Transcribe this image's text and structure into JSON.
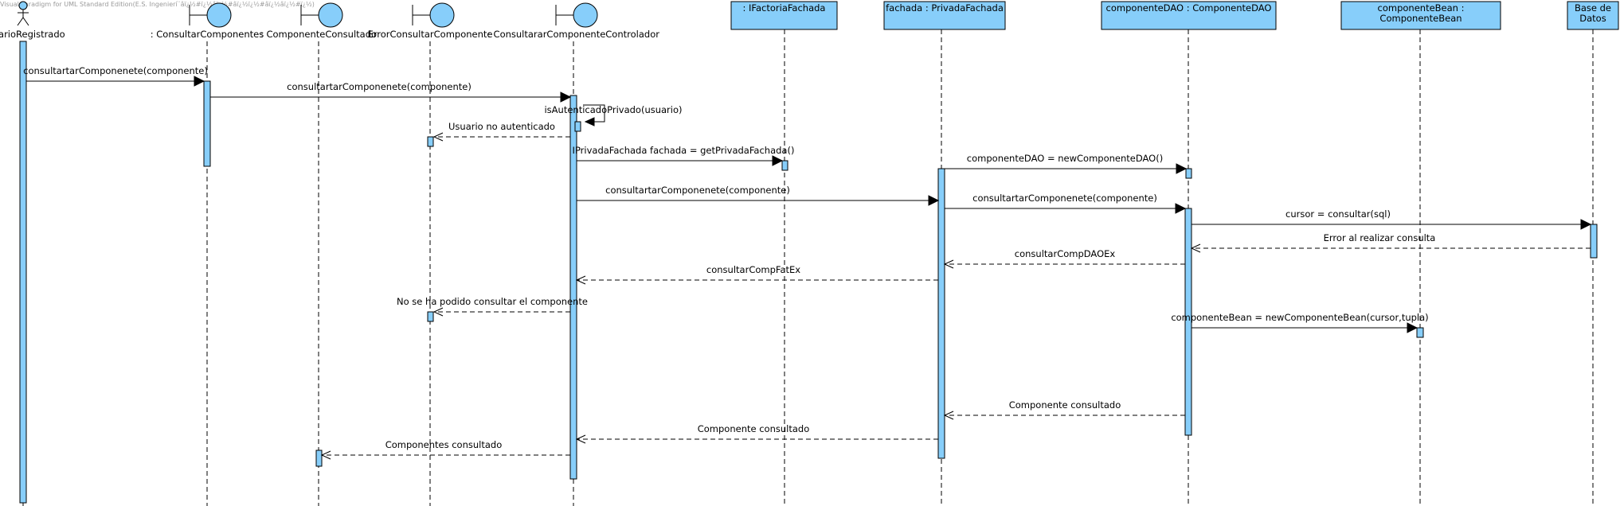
{
  "watermark": "Visual Paradigm for UML Standard Edition(E.S. Ingenierí¨âï¿½#ï¿½âï¿½#âï¿½ï¿½#âï¿½âï¿½#ï¿½)",
  "lifelines": [
    {
      "id": "usuario",
      "label": "UsuarioRegistrado",
      "kind": "actor"
    },
    {
      "id": "consultarComp",
      "label": ": ConsultarComponentes",
      "kind": "boundary"
    },
    {
      "id": "compConsultado",
      "label": ": ComponenteConsultado",
      "kind": "boundary"
    },
    {
      "id": "errorConsultar",
      "label": "ErrorConsultarComponente",
      "kind": "boundary"
    },
    {
      "id": "controlador",
      "label": ": ConsultararComponenteControlador",
      "kind": "boundary"
    },
    {
      "id": "ifactoria",
      "label": ": IFactoriaFachada",
      "kind": "box"
    },
    {
      "id": "fachada",
      "label": "fachada : PrivadaFachada",
      "kind": "box"
    },
    {
      "id": "dao",
      "label": "componenteDAO : ComponenteDAO",
      "kind": "box"
    },
    {
      "id": "bean",
      "label": "componenteBean : ComponenteBean",
      "kind": "box",
      "lines": [
        "componenteBean :",
        "ComponenteBean"
      ]
    },
    {
      "id": "bd",
      "label": "Base de Datos",
      "kind": "box",
      "lines": [
        "Base de",
        "Datos"
      ]
    }
  ],
  "messages": [
    {
      "label": "consultartarComponenete(componente)",
      "from": "usuario",
      "to": "consultarComp",
      "type": "sync"
    },
    {
      "label": "consultartarComponenete(componente)",
      "from": "consultarComp",
      "to": "controlador",
      "type": "sync"
    },
    {
      "label": "isAutenticadoPrivado(usuario)",
      "from": "controlador",
      "to": "controlador",
      "type": "self"
    },
    {
      "label": "Usuario no autenticado",
      "from": "controlador",
      "to": "errorConsultar",
      "type": "return"
    },
    {
      "label": "IPrivadaFachada fachada = getPrivadaFachada()",
      "from": "controlador",
      "to": "ifactoria",
      "type": "sync"
    },
    {
      "label": "componenteDAO = newComponenteDAO()",
      "from": "fachada",
      "to": "dao",
      "type": "sync"
    },
    {
      "label": "consultartarComponenete(componente)",
      "from": "controlador",
      "to": "fachada",
      "type": "sync"
    },
    {
      "label": "consultartarComponenete(componente)",
      "from": "fachada",
      "to": "dao",
      "type": "sync"
    },
    {
      "label": "cursor = consultar(sql)",
      "from": "dao",
      "to": "bd",
      "type": "sync"
    },
    {
      "label": "Error al realizar consulta",
      "from": "bd",
      "to": "dao",
      "type": "return"
    },
    {
      "label": "consultarCompDAOEx",
      "from": "dao",
      "to": "fachada",
      "type": "return"
    },
    {
      "label": "consultarCompFatEx",
      "from": "fachada",
      "to": "controlador",
      "type": "return"
    },
    {
      "label": "No se ha podido consultar el componente",
      "from": "controlador",
      "to": "errorConsultar",
      "type": "return"
    },
    {
      "label": "componenteBean = newComponenteBean(cursor,tupla)",
      "from": "dao",
      "to": "bean",
      "type": "sync"
    },
    {
      "label": "Componente consultado",
      "from": "dao",
      "to": "fachada",
      "type": "return"
    },
    {
      "label": "Componente consultado",
      "from": "fachada",
      "to": "controlador",
      "type": "return"
    },
    {
      "label": "Componentes consultado",
      "from": "controlador",
      "to": "compConsultado",
      "type": "return"
    }
  ],
  "colors": {
    "fill": "#87CEFA",
    "stroke": "#000000",
    "watermark": "#9a9a9a"
  }
}
